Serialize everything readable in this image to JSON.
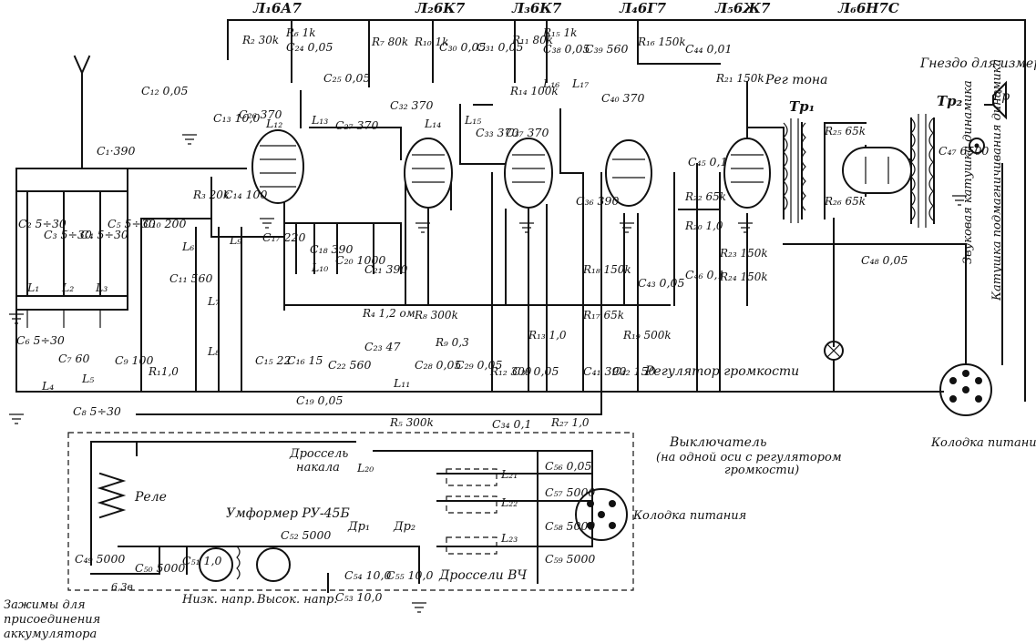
{
  "tubes": [
    {
      "id": "L1",
      "label": "Л₁6А7"
    },
    {
      "id": "L2",
      "label": "Л₂6К7"
    },
    {
      "id": "L3",
      "label": "Л₃6К7"
    },
    {
      "id": "L4",
      "label": "Л₄6Г7"
    },
    {
      "id": "L5",
      "label": "Л₅6Ж7"
    },
    {
      "id": "L6",
      "label": "Л₆6Н7С"
    }
  ],
  "resistors": {
    "R1": "R₁1,0",
    "R2": "R₂ 30k",
    "R3": "R₃ 20k",
    "R4": "R₄ 1,2 ом",
    "R5": "R₅ 300k",
    "R6": "R₆ 1k",
    "R7": "R₇ 80k",
    "R8": "R₈ 300k",
    "R9": "R₉ 0,3",
    "R10": "R₁₀ 1k",
    "R11": "R₁₁ 80k",
    "R12": "R₁₂ 300",
    "R13": "R₁₃ 1,0",
    "R14": "R₁₄ 100k",
    "R15": "R₁₅ 1k",
    "R16": "R₁₆ 150k",
    "R17": "R₁₇ 65k",
    "R18": "R₁₈ 150k",
    "R19": "R₁₉ 500k",
    "R20": "R₂₀ 1,0",
    "R21": "R₂₁ 150k",
    "R22": "R₂₂ 65k",
    "R23": "R₂₃ 150k",
    "R24": "R₂₄ 150k",
    "R25": "R₂₅ 65k",
    "R26": "R₂₆ 65k",
    "R27": "R₂₇ 1,0"
  },
  "capacitors": {
    "C1": "C₁·390",
    "C2": "C₂ 5÷30",
    "C3": "C₃ 5÷30",
    "C4": "C₄ 5÷30",
    "C5": "C₅ 5÷30",
    "C6": "C₆ 5÷30",
    "C7": "C₇ 60",
    "C8": "C₈ 5÷30",
    "C9": "C₉ 100",
    "C10": "C₁₀ 200",
    "C11": "C₁₁ 560",
    "C12": "C₁₂ 0,05",
    "C13": "C₁₃ 10,0",
    "C14": "C₁₄ 100",
    "C15": "C₁₅ 22",
    "C16": "C₁₆ 15",
    "C17": "C₁₇ 220",
    "C18": "C₁₈ 390",
    "C19": "C₁₉ 0,05",
    "C20": "C₂₀ 1000",
    "C21": "C₂₁ 390",
    "C22": "C₂₂ 560",
    "C23": "C₂₃ 47",
    "C24": "C₂₄ 0,05",
    "C25": "C₂₅ 0,05",
    "C26": "C₂₆ 370",
    "C27": "C₂₇ 370",
    "C28": "C₂₈ 0,05",
    "C29": "C₂₉ 0,05",
    "C30": "C₃₀ 0,05",
    "C31": "C₃₁ 0,05",
    "C32": "C₃₂ 370",
    "C33": "C₃₃ 370",
    "C34": "C₃₄ 0,1",
    "C35": "C₃₅ 0,05",
    "C36": "C₃₆ 390",
    "C37": "C₃₇ 370",
    "C38": "C₃₈ 0,05",
    "C39": "C₃₉ 560",
    "C40": "C₄₀ 370",
    "C41": "C₄₁ 390",
    "C42": "C₄₂ 150",
    "C43": "C₄₃ 0,05",
    "C44": "C₄₄ 0,01",
    "C45": "C₄₅ 0,1",
    "C46": "C₄₆ 0,1",
    "C47": "C₄₇ 6500",
    "C48": "C₄₈ 0,05",
    "C49": "C₄₉ 5000",
    "C50": "C₅₀ 5000",
    "C51": "C₅₁ 1,0",
    "C52": "C₅₂ 5000",
    "C53": "C₅₃ 10,0",
    "C54": "C₅₄ 10,0",
    "C55": "C₅₅ 10,0",
    "C56": "C₅₆ 0,05",
    "C57": "C₅₇ 5000",
    "C58": "C₅₈ 5000",
    "C59": "C₅₉ 5000"
  },
  "inductors": {
    "L1": "L₁",
    "L2": "L₂",
    "L3": "L₃",
    "L4": "L₄",
    "L5": "L₅",
    "L6": "L₆",
    "L7": "L₇",
    "L8": "L₈",
    "L9": "L₉",
    "L10": "L₁₀",
    "L11": "L₁₁",
    "L12": "L₁₂",
    "L13": "L₁₃",
    "L14": "L₁₄",
    "L15": "L₁₅",
    "L16": "L₁₆",
    "L17": "L₁₇",
    "L20": "L₂₀",
    "L21": "L₂₁",
    "L22": "L₂₂",
    "L23": "L₂₃"
  },
  "transformers": {
    "Tr1": "Тр₁",
    "Tr2": "Тр₂"
  },
  "labels": {
    "tone_control": "Рег тона",
    "measure_jack": "Гнездо для измерений",
    "speaker": "Гр",
    "voice_coil": "Звуковая катушка динамика",
    "field_coil": "Катушка подмагничивания динамика",
    "volume_control": "Регулятор громкости",
    "switch_line1": "Выключатель",
    "switch_line2": "(на одной оси с регулятором",
    "switch_line3": "громкости)",
    "power_socket_top": "Колодка питания",
    "power_socket_bottom": "Колодка питания",
    "relay": "Реле",
    "filament_choke_line1": "Дроссель",
    "filament_choke_line2": "накала",
    "vibrator": "Умформер РУ-45Б",
    "low_voltage": "Низк. напр.",
    "high_voltage": "Высок. напр.",
    "rf_chokes": "Дроссели ВЧ",
    "dr1": "Др₁",
    "dr2": "Др₂",
    "fuse": "6,3в",
    "battery_line1": "Зажимы для",
    "battery_line2": "присоединения",
    "battery_line3": "аккумулятора"
  }
}
